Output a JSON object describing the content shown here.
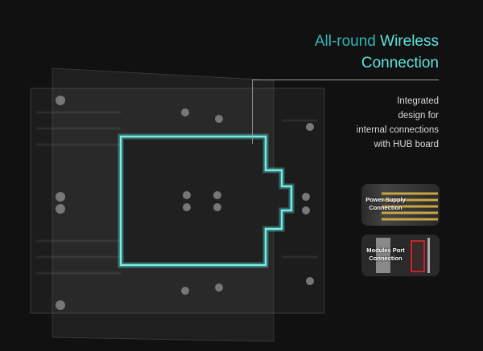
{
  "headline": {
    "line1_part1": "All-round",
    "line1_part2": "Wireless",
    "line2": "Connection"
  },
  "description": [
    "Integrated",
    "design for",
    "internal connections",
    "with HUB board"
  ],
  "features": [
    {
      "label_line1": "Power Supply",
      "label_line2": "Connection"
    },
    {
      "label_line1": "Modules Port",
      "label_line2": "Connection"
    }
  ],
  "colors": {
    "accent": "#5fe3dc",
    "accent_dark": "#2cb7b4",
    "background": "#111111"
  }
}
